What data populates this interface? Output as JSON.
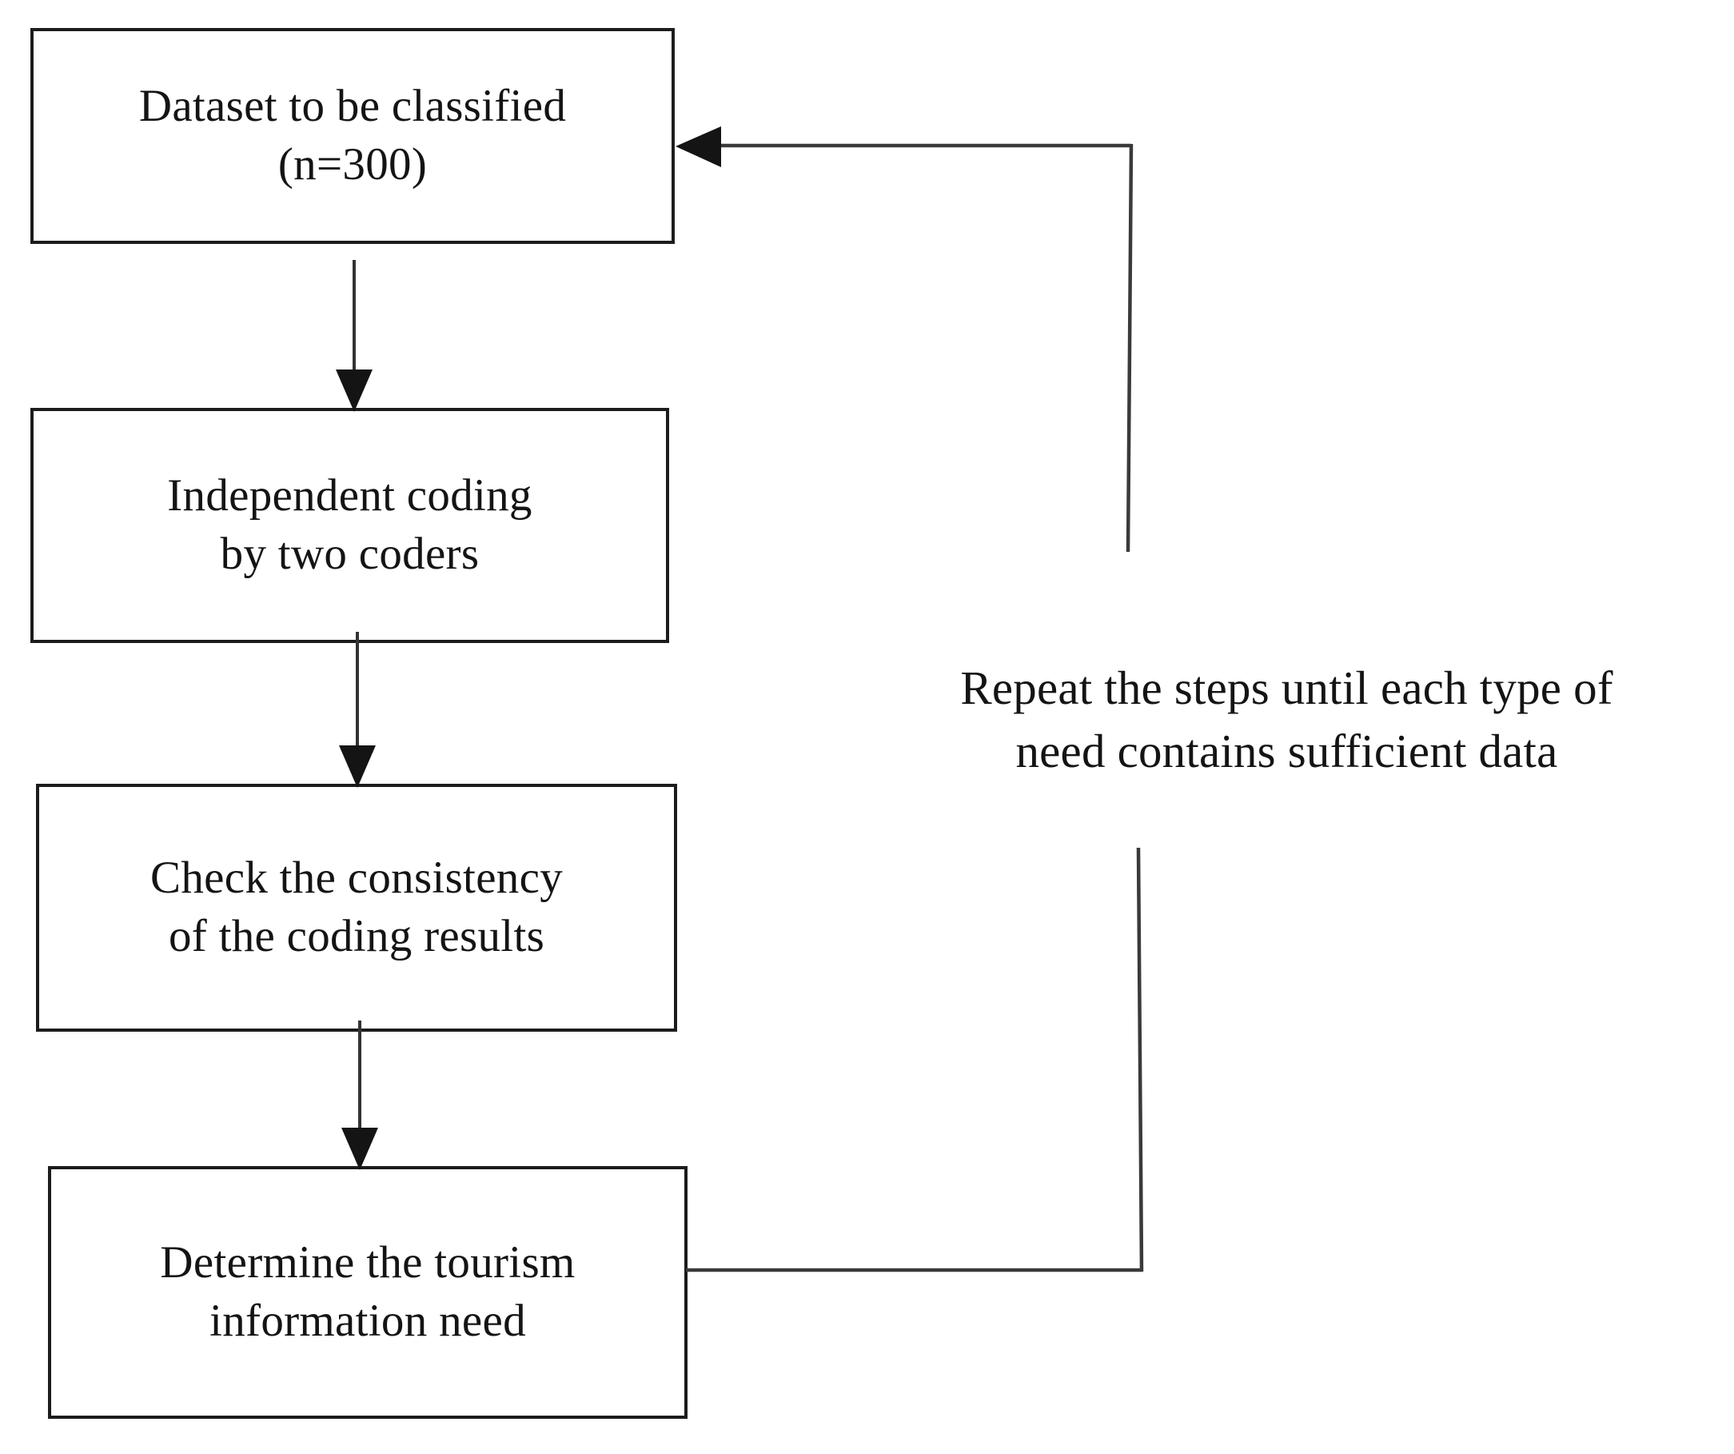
{
  "diagram": {
    "type": "flowchart",
    "orientation": "vertical-with-feedback-loop",
    "background_color": "#ffffff",
    "line_color": "#333333",
    "text_color": "#141414",
    "nodes": [
      {
        "id": "dataset",
        "shape": "rectangle",
        "line1": "Dataset to be classified",
        "line2": "(n=300)",
        "sample_size": "n=300"
      },
      {
        "id": "coding",
        "shape": "rectangle",
        "line1": "Independent coding",
        "line2": "by two coders"
      },
      {
        "id": "consistency",
        "shape": "rectangle",
        "line1": "Check the consistency",
        "line2": "of the coding results"
      },
      {
        "id": "determine",
        "shape": "rectangle",
        "line1": "Determine the tourism",
        "line2": "information need"
      }
    ],
    "edges": [
      {
        "id": "e1",
        "from": "dataset",
        "to": "coding",
        "style": "solid-arrow",
        "label": ""
      },
      {
        "id": "e2",
        "from": "coding",
        "to": "consistency",
        "style": "solid-arrow",
        "label": ""
      },
      {
        "id": "e3",
        "from": "consistency",
        "to": "determine",
        "style": "solid-arrow",
        "label": ""
      },
      {
        "id": "e4",
        "from": "determine",
        "to": "dataset",
        "style": "feedback-loop-arrow",
        "label": "repeat_annotation"
      }
    ],
    "annotation": {
      "id": "repeat_annotation",
      "line1": "Repeat the steps until each type of",
      "line2": "need contains sufficient data"
    }
  }
}
